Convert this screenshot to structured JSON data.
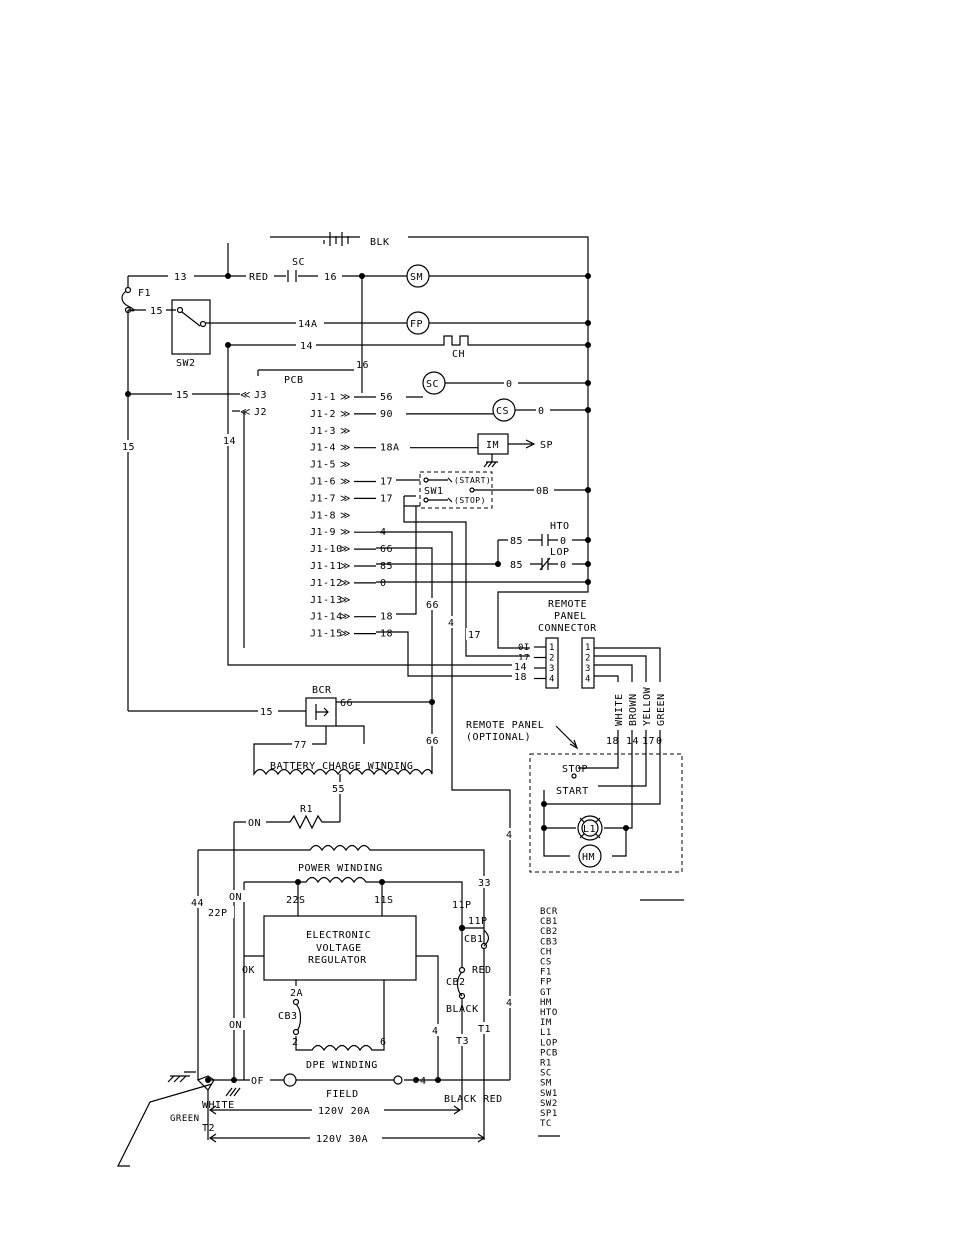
{
  "top": {
    "battery_wire": "BLK"
  },
  "wires_top": {
    "w13": "13",
    "red": "RED",
    "sc_label": "SC",
    "w16": "16",
    "f1": "F1",
    "w15a": "15",
    "w14a": "14A",
    "w14": "14",
    "ch": "CH",
    "sw2": "SW2",
    "w16v": "16"
  },
  "components": {
    "sm": "SM",
    "fp": "FP",
    "sc": "SC",
    "cs": "CS",
    "im": "IM",
    "sp": "SP"
  },
  "pcb": {
    "title": "PCB",
    "j3": "J3",
    "j2": "J2",
    "pins": [
      {
        "pin": "J1-1",
        "wire": "56"
      },
      {
        "pin": "J1-2",
        "wire": "90"
      },
      {
        "pin": "J1-3",
        "wire": ""
      },
      {
        "pin": "J1-4",
        "wire": "18A"
      },
      {
        "pin": "J1-5",
        "wire": ""
      },
      {
        "pin": "J1-6",
        "wire": "17"
      },
      {
        "pin": "J1-7",
        "wire": "17"
      },
      {
        "pin": "J1-8",
        "wire": ""
      },
      {
        "pin": "J1-9",
        "wire": "4"
      },
      {
        "pin": "J1-10",
        "wire": "66"
      },
      {
        "pin": "J1-11",
        "wire": "85"
      },
      {
        "pin": "J1-12",
        "wire": "0"
      },
      {
        "pin": "J1-13",
        "wire": ""
      },
      {
        "pin": "J1-14",
        "wire": "18"
      },
      {
        "pin": "J1-15",
        "wire": "18"
      }
    ]
  },
  "misc": {
    "w15b": "15",
    "w15v": "15",
    "w14v": "14",
    "zero1": "0",
    "zero2": "0",
    "sw1": "SW1",
    "start": "(START)",
    "stop": "(STOP)",
    "w0b": "0B",
    "hto": "HTO",
    "lop": "LOP",
    "w85a": "85",
    "w85b": "85",
    "z3": "0",
    "z4": "0",
    "v66": "66",
    "v4": "4",
    "v17": "17"
  },
  "connector": {
    "title1": "REMOTE",
    "title2": "PANEL",
    "title3": "CONNECTOR",
    "left_wires": [
      "0I",
      "17",
      "14",
      "18"
    ],
    "left_pins": [
      "1",
      "2",
      "3",
      "4"
    ],
    "right_pins": [
      "1",
      "2",
      "3",
      "4"
    ],
    "w14c": "14",
    "w18c": "18",
    "colors": [
      "WHITE",
      "BROWN",
      "YELLOW",
      "GREEN"
    ]
  },
  "remote": {
    "label1": "REMOTE PANEL",
    "label2": "(OPTIONAL)",
    "wire_nums": [
      "18",
      "14",
      "17",
      "0"
    ],
    "stop": "STOP",
    "start": "START",
    "l1": "L1",
    "hm": "HM"
  },
  "bcr": {
    "label": "BCR",
    "w66": "66",
    "w15": "15",
    "w77": "77",
    "w66v": "66",
    "winding": "BATTERY CHARGE WINDING",
    "w55": "55"
  },
  "gen": {
    "r1": "R1",
    "on_top": "ON",
    "power": "POWER WINDING",
    "w44": "44",
    "on1": "ON",
    "w22p": "22P",
    "s22": "22S",
    "s11": "11S",
    "w33": "33",
    "p11": "11P",
    "p11b": "11P",
    "cb1": "CB1",
    "red": "RED",
    "evr1": "ELECTRONIC",
    "evr2": "VOLTAGE",
    "evr3": "REGULATOR",
    "ok": "OK",
    "on2": "ON",
    "a2": "2A",
    "cb3": "CB3",
    "n2": "2",
    "n6": "6",
    "cb2": "CB2",
    "black": "BLACK",
    "t3": "T3",
    "t1": "T1",
    "w4a": "4",
    "w4b": "4",
    "dpe": "DPE WINDING",
    "of": "OF",
    "field": "FIELD",
    "w4c": "4",
    "white": "WHITE",
    "green": "GREEN",
    "t2": "T2",
    "v20": "120V 20A",
    "blackred": "BLACK RED",
    "v30": "120V 30A"
  },
  "legend": [
    "BCR",
    "CB1",
    "CB2",
    "CB3",
    "CH",
    "CS",
    "F1",
    "FP",
    "GT",
    "HM",
    "HTO",
    "IM",
    "L1",
    "LOP",
    "PCB",
    "R1",
    "SC",
    "SM",
    "SW1",
    "SW2",
    "SP1",
    "TC"
  ]
}
